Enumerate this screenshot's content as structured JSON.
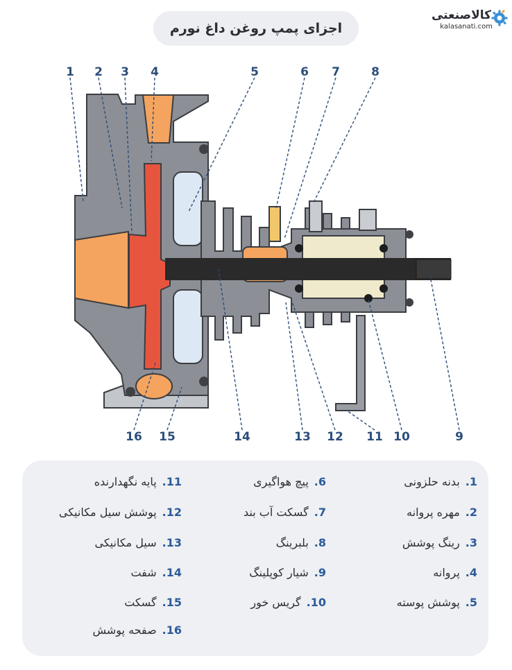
{
  "title": "اجزای پمپ روغن داغ نورم",
  "logo": {
    "name": "کالاصنعتی",
    "url": "kalasanati.com"
  },
  "callouts": [
    "1",
    "2",
    "3",
    "4",
    "5",
    "6",
    "7",
    "8",
    "16",
    "15",
    "14",
    "13",
    "12",
    "11",
    "10",
    "9"
  ],
  "legend": [
    {
      "n": "1.",
      "label": "بدنه حلزونی"
    },
    {
      "n": "2.",
      "label": "مهره پروانه"
    },
    {
      "n": "3.",
      "label": "رینگ پوشش"
    },
    {
      "n": "4.",
      "label": "پروانه"
    },
    {
      "n": "5.",
      "label": "پوشش پوسته"
    },
    {
      "n": "6.",
      "label": "پیچ هواگیری"
    },
    {
      "n": "7.",
      "label": "گسکت آب بند"
    },
    {
      "n": "8.",
      "label": "بلبرینگ"
    },
    {
      "n": "9.",
      "label": "شیار کوپلینگ"
    },
    {
      "n": "10.",
      "label": "گریس خور"
    },
    {
      "n": "11.",
      "label": "پایه نگهدارنده"
    },
    {
      "n": "12.",
      "label": "پوشش سیل مکانیکی"
    },
    {
      "n": "13.",
      "label": "سیل مکانیکی"
    },
    {
      "n": "14.",
      "label": "شفت"
    },
    {
      "n": "15.",
      "label": "گسکت"
    },
    {
      "n": "16.",
      "label": "صفحه پوشش"
    }
  ],
  "colors": {
    "casing": "#8c8f95",
    "fluid": "#f4a45f",
    "impeller": "#e8553f",
    "shaft": "#2a2a2a",
    "accent": "#2c4e7a"
  }
}
